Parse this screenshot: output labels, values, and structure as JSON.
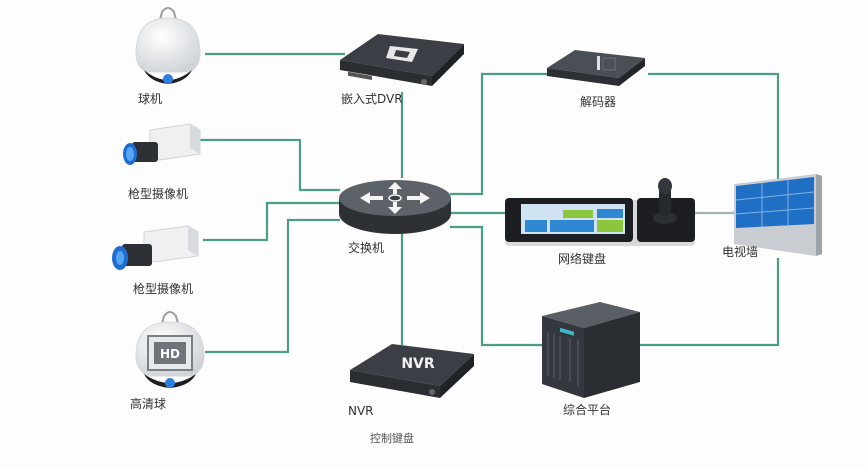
{
  "diagram": {
    "line_color": "#4a9e87",
    "nodes": [
      {
        "id": "dome-camera",
        "label": "球机"
      },
      {
        "id": "embedded-dvr",
        "label": "嵌入式DVR"
      },
      {
        "id": "decoder",
        "label": "解码器"
      },
      {
        "id": "bullet-camera-1",
        "label": "枪型摄像机"
      },
      {
        "id": "switch",
        "label": "交换机"
      },
      {
        "id": "network-keyboard",
        "label": "网络键盘"
      },
      {
        "id": "tv-wall",
        "label": "电视墙"
      },
      {
        "id": "bullet-camera-2",
        "label": "枪型摄像机"
      },
      {
        "id": "hd-dome",
        "label": "高清球",
        "badge": "HD"
      },
      {
        "id": "nvr",
        "label": "NVR",
        "badge": "NVR"
      },
      {
        "id": "integrated-platform",
        "label": "综合平台"
      }
    ],
    "caption": "控制键盘",
    "edges": [
      [
        "dome-camera",
        "embedded-dvr"
      ],
      [
        "bullet-camera-1",
        "switch"
      ],
      [
        "bullet-camera-2",
        "switch"
      ],
      [
        "hd-dome",
        "switch"
      ],
      [
        "embedded-dvr",
        "switch"
      ],
      [
        "switch",
        "decoder"
      ],
      [
        "switch",
        "network-keyboard"
      ],
      [
        "switch",
        "nvr"
      ],
      [
        "switch",
        "integrated-platform"
      ],
      [
        "decoder",
        "tv-wall"
      ],
      [
        "network-keyboard",
        "tv-wall"
      ],
      [
        "integrated-platform",
        "tv-wall"
      ]
    ]
  }
}
